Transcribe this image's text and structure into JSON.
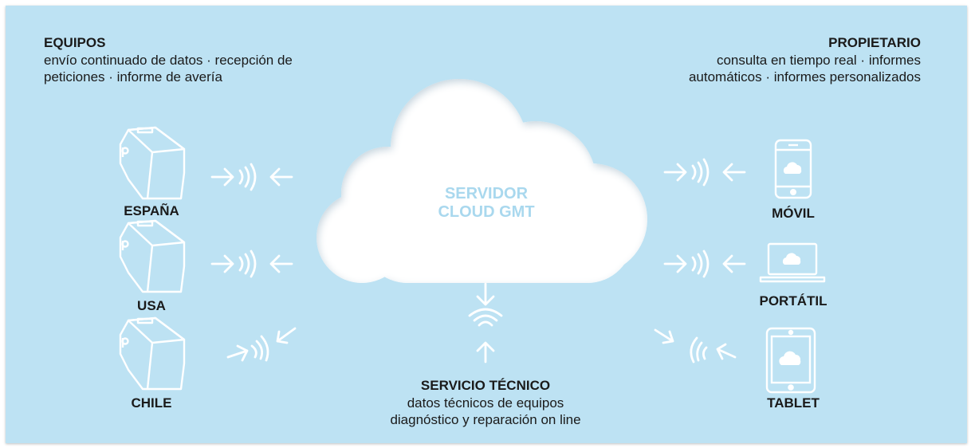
{
  "equipos": {
    "heading": "EQUIPOS",
    "line1": "envío continuado de datos · recepción de",
    "line2": "peticiones · informe de avería"
  },
  "propietario": {
    "heading": "PROPIETARIO",
    "line1": "consulta en tiempo real · informes",
    "line2": "automáticos · informes personalizados"
  },
  "cloud": {
    "line1": "SERVIDOR",
    "line2": "CLOUD GMT"
  },
  "machines": [
    "ESPAÑA",
    "USA",
    "CHILE"
  ],
  "devices": [
    "MÓVIL",
    "PORTÁTIL",
    "TABLET"
  ],
  "servicio": {
    "heading": "SERVICIO TÉCNICO",
    "line1": "datos técnicos de equipos",
    "line2": "diagnóstico y reparación on line"
  },
  "colors": {
    "background": "#bde2f3",
    "cloud_fill": "#ffffff",
    "cloud_text": "#a9d8ee",
    "icon_stroke": "#ffffff",
    "text": "#1a1a1a"
  }
}
